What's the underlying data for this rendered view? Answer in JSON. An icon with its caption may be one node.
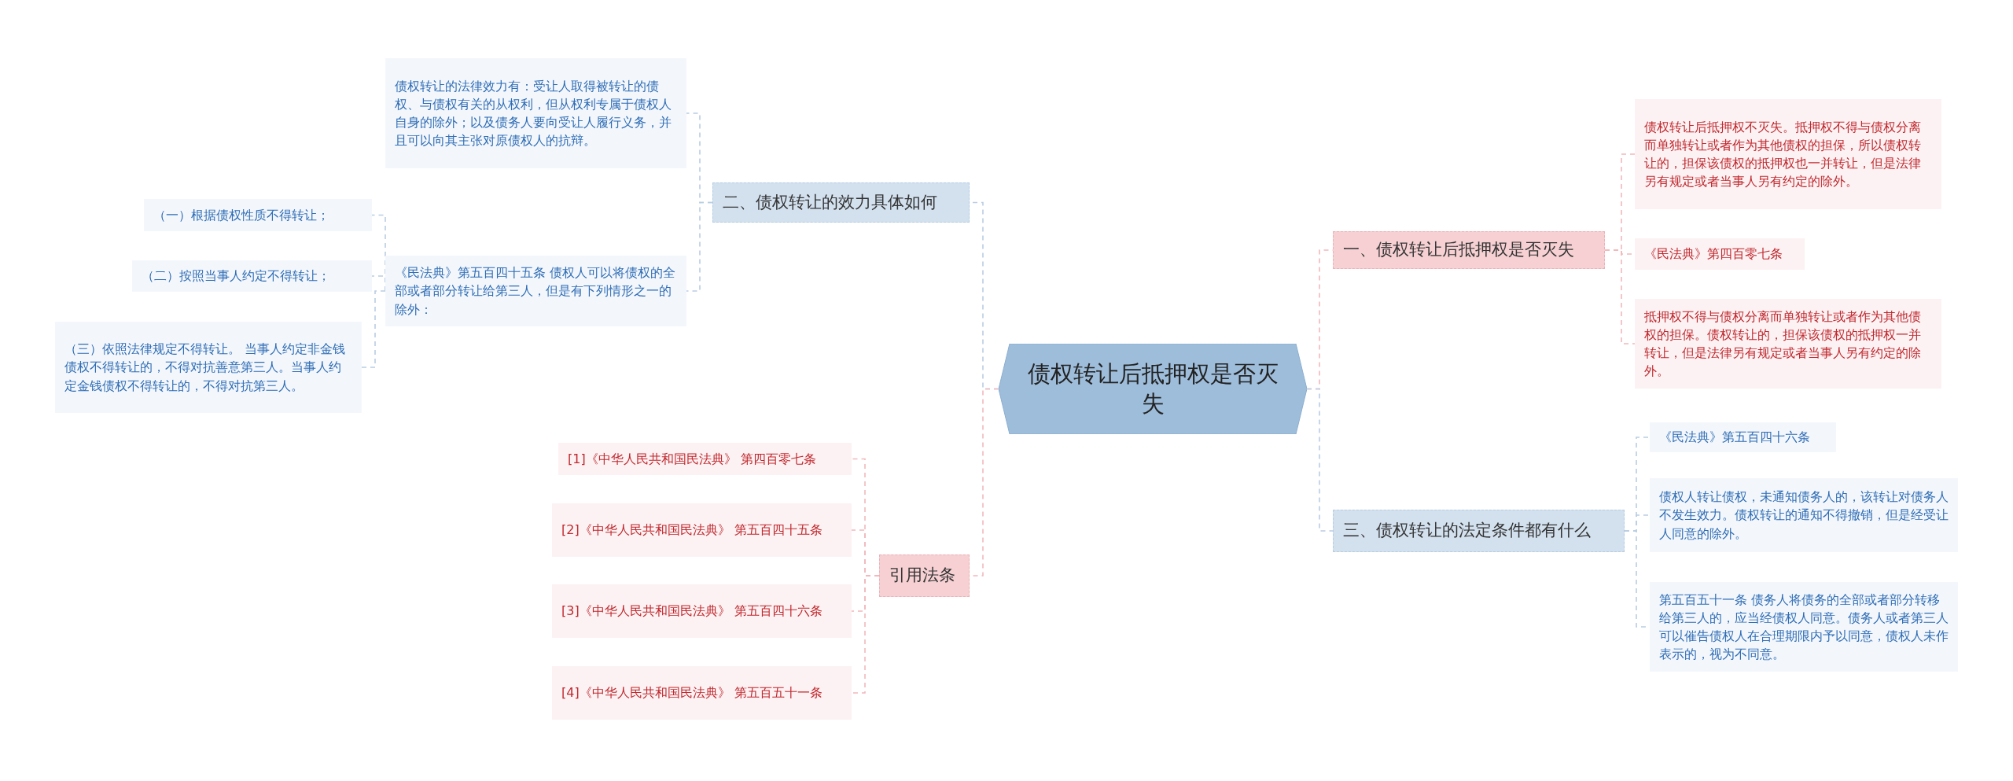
{
  "diagram": {
    "nodes": [
      {
        "text": [
          "债权转让后抵押权是否灭失"
        ]
      },
      {
        "text": [
          "一、债权转让后抵押权是否灭失"
        ]
      },
      {
        "text": [
          "债权转让后抵押权不灭失。抵押权不得与债权分离而单独转让或者作为其他债权的担保，所以债权转让的，担保该债权的抵押权也一并转让，但是法律另有规定或者当事人另有约定的除外。"
        ]
      },
      {
        "text": [
          "《民法典》第四百零七条"
        ]
      },
      {
        "text": [
          "抵押权不得与债权分离而单独转让或者作为其他债权的担保。债权转让的，担保该债权的抵押权一并转让，但是法律另有规定或者当事人另有约定的除外。"
        ]
      },
      {
        "text": [
          "三、债权转让的法定条件都有什么"
        ]
      },
      {
        "text": [
          "《民法典》第五百四十六条"
        ]
      },
      {
        "text": [
          "债权人转让债权，未通知债务人的，该转让对债务人不发生效力。债权转让的通知不得撤销，但是经受让人同意的除外。"
        ]
      },
      {
        "text": [
          "第五百五十一条 债务人将债务的全部或者部分转移给第三人的，应当经债权人同意。债务人或者第三人可以催告债权人在合理期限内予以同意，债权人未作表示的，视为不同意。"
        ]
      },
      {
        "text": [
          "二、债权转让的效力具体如何"
        ]
      },
      {
        "text": [
          "债权转让的法律效力有：受让人取得被转让的债权、与债权有关的从权利，但从权利专属于债权人自身的除外；以及债务人要向受让人履行义务，并且可以向其主张对原债权人的抗辩。"
        ]
      },
      {
        "text": [
          "《民法典》第五百四十五条 债权人可以将债权的全部或者部分转让给第三人，但是有下列情形之一的除外："
        ]
      },
      {
        "text": [
          "（一）根据债权性质不得转让；"
        ]
      },
      {
        "text": [
          "（二）按照当事人约定不得转让；"
        ]
      },
      {
        "text": [
          "（三）依照法律规定不得转让。 当事人约定非金钱债权不得转让的，不得对抗善意第三人。当事人约定金钱债权不得转让的，不得对抗第三人。"
        ]
      },
      {
        "text": [
          "引用法条"
        ]
      },
      {
        "text": [
          "[1]《中华人民共和国民法典》 第四百零七条"
        ]
      },
      {
        "text": [
          "[2]《中华人民共和国民法典》 第五百四十五条"
        ]
      },
      {
        "text": [
          "[3]《中华人民共和国民法典》 第五百四十六条"
        ]
      },
      {
        "text": [
          "[4]《中华人民共和国民法典》 第五百五十一条"
        ]
      }
    ],
    "edges": [
      {
        "from": 0,
        "to": 1,
        "arrow": "none",
        "style": "dashed",
        "color": "#f2b8bc"
      },
      {
        "from": 1,
        "to": 2,
        "arrow": "none",
        "style": "dashed",
        "color": "#f2b8bc"
      },
      {
        "from": 1,
        "to": 3,
        "arrow": "none",
        "style": "dashed",
        "color": "#f2b8bc"
      },
      {
        "from": 1,
        "to": 4,
        "arrow": "none",
        "style": "dashed",
        "color": "#f2b8bc"
      },
      {
        "from": 0,
        "to": 5,
        "arrow": "none",
        "style": "dashed",
        "color": "#b9cde3"
      },
      {
        "from": 5,
        "to": 6,
        "arrow": "none",
        "style": "dashed",
        "color": "#b9cde3"
      },
      {
        "from": 5,
        "to": 7,
        "arrow": "none",
        "style": "dashed",
        "color": "#b9cde3"
      },
      {
        "from": 5,
        "to": 8,
        "arrow": "none",
        "style": "dashed",
        "color": "#b9cde3"
      },
      {
        "from": 0,
        "to": 9,
        "arrow": "none",
        "style": "dashed",
        "color": "#b9cde3"
      },
      {
        "from": 9,
        "to": 10,
        "arrow": "none",
        "style": "dashed",
        "color": "#b9cde3"
      },
      {
        "from": 9,
        "to": 11,
        "arrow": "none",
        "style": "dashed",
        "color": "#b9cde3"
      },
      {
        "from": 11,
        "to": 12,
        "arrow": "none",
        "style": "dashed",
        "color": "#b9cde3"
      },
      {
        "from": 11,
        "to": 13,
        "arrow": "none",
        "style": "dashed",
        "color": "#b9cde3"
      },
      {
        "from": 11,
        "to": 14,
        "arrow": "none",
        "style": "dashed",
        "color": "#b9cde3"
      },
      {
        "from": 0,
        "to": 15,
        "arrow": "none",
        "style": "dashed",
        "color": "#f2b8bc"
      },
      {
        "from": 15,
        "to": 16,
        "arrow": "none",
        "style": "dashed",
        "color": "#f2b8bc"
      },
      {
        "from": 15,
        "to": 17,
        "arrow": "none",
        "style": "dashed",
        "color": "#f2b8bc"
      },
      {
        "from": 15,
        "to": 18,
        "arrow": "none",
        "style": "dashed",
        "color": "#f2b8bc"
      },
      {
        "from": 15,
        "to": 19,
        "arrow": "none",
        "style": "dashed",
        "color": "#f2b8bc"
      }
    ]
  }
}
